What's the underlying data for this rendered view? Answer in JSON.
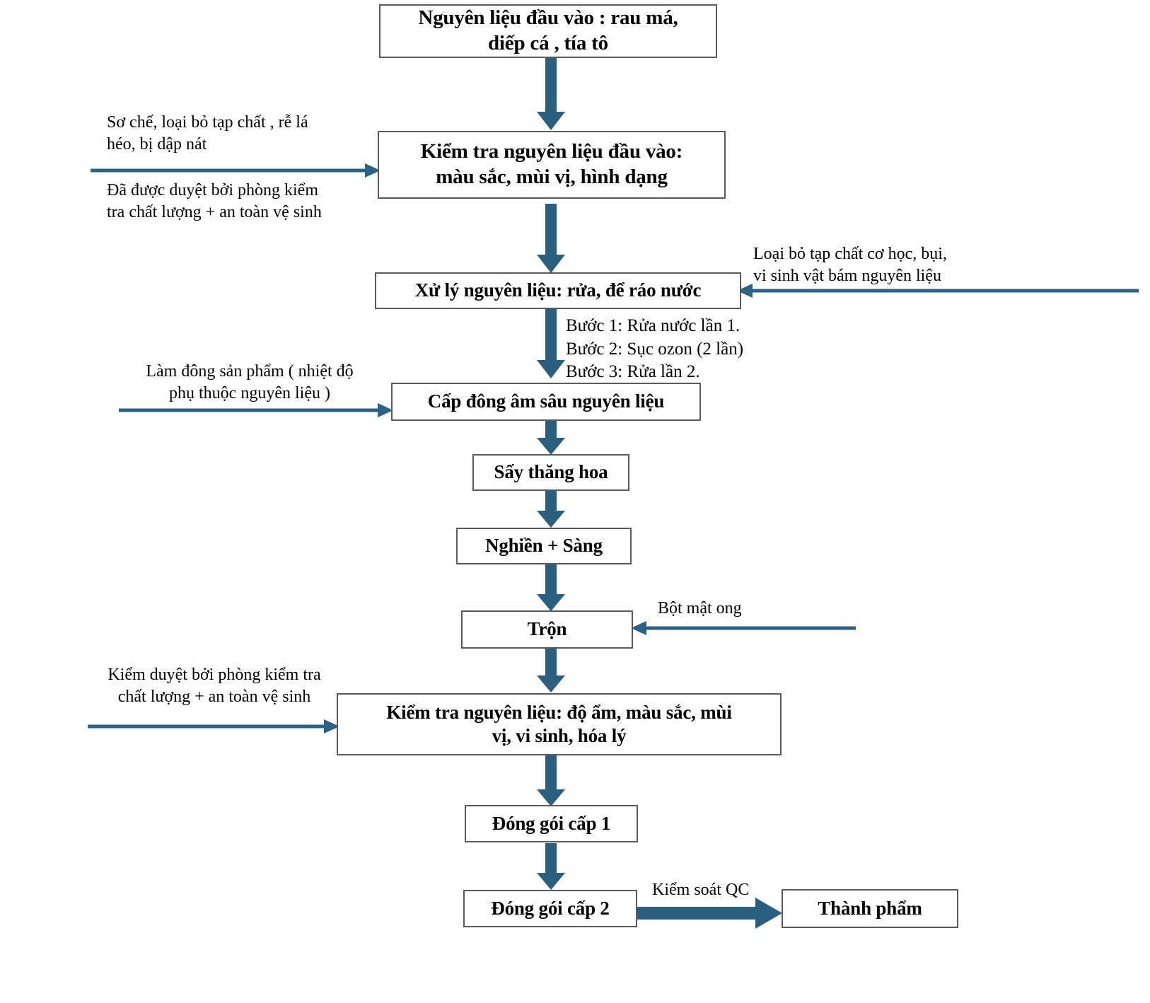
{
  "meta": {
    "title": "Sơ đồ quy trình sản xuất bột rau má, diếp cá, tía tô",
    "arrow_color": "#2b5f7e",
    "thin_arrow_color": "#2b6184",
    "box_border_color": "#5a5a5a",
    "text_color": "#000000",
    "background": "#ffffff"
  },
  "nodes": {
    "input_material": {
      "label": "Nguyên liệu đầu vào : rau má,\ndiếp cá , tía tô"
    },
    "check_input": {
      "label": "Kiểm tra nguyên liệu đầu vào:\nmàu sắc, mùi vị, hình dạng"
    },
    "treat_material": {
      "label": "Xử lý nguyên liệu: rửa, để ráo nước"
    },
    "deep_freeze": {
      "label": "Cấp đông âm sâu nguyên liệu"
    },
    "freeze_dry": {
      "label": "Sấy thăng hoa"
    },
    "grind_sieve": {
      "label": "Nghiền + Sàng"
    },
    "mix": {
      "label": "Trộn"
    },
    "check_product": {
      "label": "Kiểm tra nguyên liệu: độ ẩm, màu sắc, mùi\nvị, vi sinh, hóa lý"
    },
    "pack_level_1": {
      "label": "Đóng gói cấp 1"
    },
    "pack_level_2": {
      "label": "Đóng gói cấp 2"
    },
    "finished_goods": {
      "label": "Thành phẩm"
    }
  },
  "notes": {
    "pretreatment": {
      "text": "Sơ chế, loại bỏ tạp chất , rễ lá\nhéo, bị dập nát"
    },
    "qc_approved_in": {
      "text": "Đã được duyệt bởi phòng kiểm\ntra chất lượng + an toàn vệ sinh"
    },
    "remove_impurity": {
      "text": "Loại bỏ tạp chất cơ học, bụi,\nvi sinh vật bám nguyên liệu"
    },
    "wash_steps": {
      "text": "Bước 1: Rửa nước lần 1.\nBước 2: Sục ozon (2 lần)\nBước 3: Rửa lần 2."
    },
    "freeze_note": {
      "text": "Làm đông sản phẩm ( nhiệt độ\nphụ thuộc nguyên liệu )"
    },
    "honey_powder": {
      "text": "Bột mật ong"
    },
    "qc_approved_out": {
      "text": "Kiểm duyệt bởi phòng kiểm tra\nchất lượng + an toàn vệ sinh"
    },
    "qc_control": {
      "text": "Kiểm soát QC"
    }
  }
}
